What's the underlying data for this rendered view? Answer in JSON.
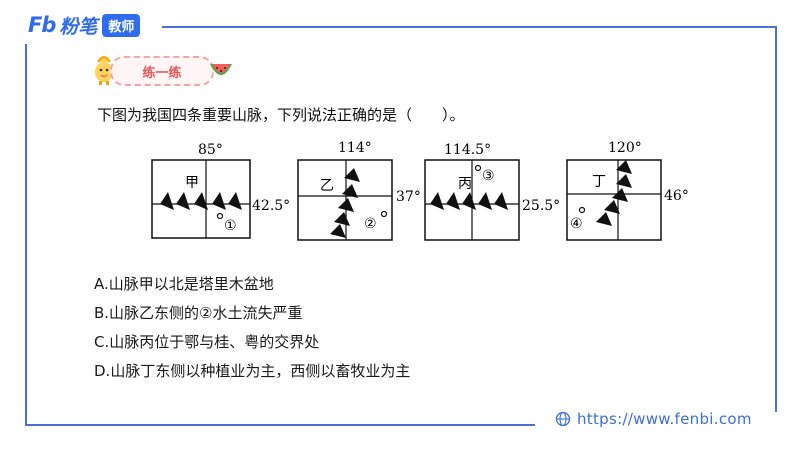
{
  "brand": {
    "mark": "Fb",
    "name": "粉笔",
    "badge": "教师"
  },
  "practice_label": "练一练",
  "question": "下图为我国四条重要山脉，下列说法正确的是（　　）。",
  "maps": [
    {
      "lon": "85°",
      "lat": "42.5°",
      "name": "甲",
      "marker": "①"
    },
    {
      "lon": "114°",
      "lat": "37°",
      "name": "乙",
      "marker": "②"
    },
    {
      "lon": "114.5°",
      "lat": "25.5°",
      "name": "丙",
      "marker": "③"
    },
    {
      "lon": "120°",
      "lat": "46°",
      "name": "丁",
      "marker": "④"
    }
  ],
  "options": [
    "A.山脉甲以北是塔里木盆地",
    "B.山脉乙东侧的②水土流失严重",
    "C.山脉丙位于鄂与桂、粤的交界处",
    "D.山脉丁东侧以种植业为主，西侧以畜牧业为主"
  ],
  "url": "https://www.fenbi.com",
  "colors": {
    "accent": "#2f6cf0",
    "frame": "#4a6fe0",
    "badge_text": "#e05a5a"
  }
}
